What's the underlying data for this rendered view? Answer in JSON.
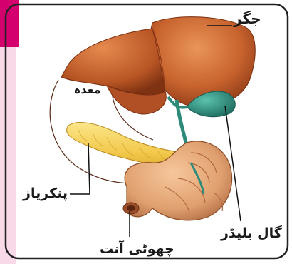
{
  "labels": {
    "liver": "جگر",
    "stomach": "معدہ",
    "pancreas": "پنکریاز",
    "gall_bladder": "گال بلیڈر",
    "small_intestine": "چھوٹی آنت"
  },
  "colors": {
    "accent_bar": "#d4006e",
    "side_panel": "#f7d9e8",
    "liver": "#c8632e",
    "pancreas": "#f2c94c",
    "gall_bladder": "#2e8b7a",
    "intestine": "#e0a070"
  }
}
